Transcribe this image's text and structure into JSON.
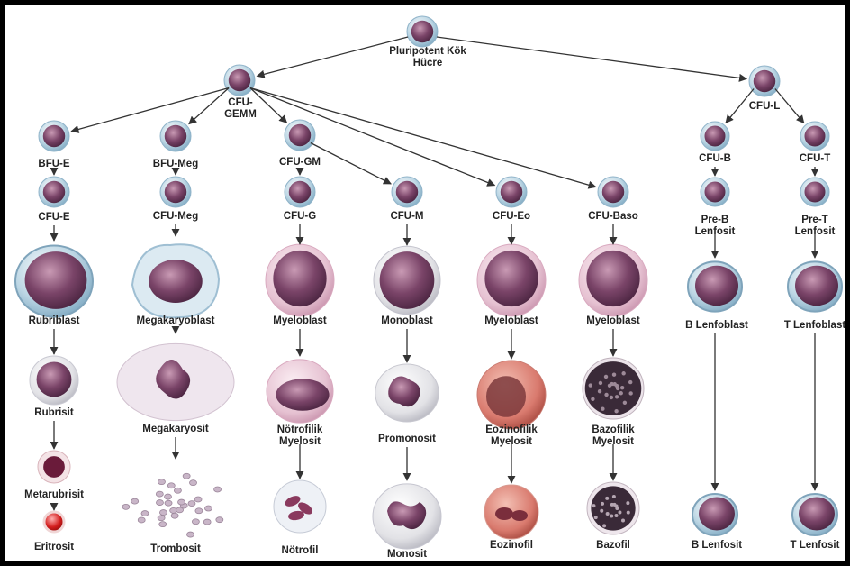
{
  "diagram": {
    "nodes": {
      "pluripotent": "Pluripotent Kök Hücre",
      "cfu_gemm": "CFU-\nGEMM",
      "cfu_l": "CFU-L",
      "bfu_e": "BFU-E",
      "bfu_meg": "BFU-Meg",
      "cfu_gm": "CFU-GM",
      "cfu_b": "CFU-B",
      "cfu_t": "CFU-T",
      "cfu_e": "CFU-E",
      "cfu_meg": "CFU-Meg",
      "cfu_g": "CFU-G",
      "cfu_m": "CFU-M",
      "cfu_eo": "CFU-Eo",
      "cfu_baso": "CFU-Baso",
      "pre_b": "Pre-B\nLenfosit",
      "pre_t": "Pre-T\nLenfosit",
      "rubriblast": "Rubriblast",
      "megakaryoblast": "Megakaryoblast",
      "myeloblast_g": "Myeloblast",
      "monoblast": "Monoblast",
      "myeloblast_eo": "Myeloblast",
      "myeloblast_baso": "Myeloblast",
      "b_lenfoblast": "B Lenfoblast",
      "t_lenfoblast": "T Lenfoblast",
      "rubrisit": "Rubrisit",
      "megakaryosit": "Megakaryosit",
      "notrofilik_myelosit": "Nötrofilik\nMyelosit",
      "promonosit": "Promonosit",
      "eozinofilik_myelosit": "Eozinofilik\nMyelosit",
      "bazofilik_myelosit": "Bazofilik\nMyelosit",
      "metarubrisit": "Metarubrisit",
      "eritrosit": "Eritrosit",
      "trombosit": "Trombosit",
      "notrofil": "Nötrofil",
      "monosit": "Monosit",
      "eozinofil": "Eozinofil",
      "bazofil": "Bazofil",
      "b_lenfosit": "B Lenfosit",
      "t_lenfosit": "T Lenfosit"
    },
    "edges": [
      [
        "pluripotent",
        "cfu_gemm"
      ],
      [
        "pluripotent",
        "cfu_l"
      ],
      [
        "cfu_gemm",
        "bfu_e"
      ],
      [
        "cfu_gemm",
        "bfu_meg"
      ],
      [
        "cfu_gemm",
        "cfu_gm"
      ],
      [
        "cfu_gemm",
        "cfu_eo"
      ],
      [
        "cfu_gemm",
        "cfu_baso"
      ],
      [
        "cfu_gm",
        "cfu_g"
      ],
      [
        "cfu_gm",
        "cfu_m"
      ],
      [
        "cfu_l",
        "cfu_b"
      ],
      [
        "cfu_l",
        "cfu_t"
      ],
      [
        "bfu_e",
        "cfu_e"
      ],
      [
        "bfu_meg",
        "cfu_meg"
      ],
      [
        "cfu_b",
        "pre_b"
      ],
      [
        "cfu_t",
        "pre_t"
      ],
      [
        "cfu_e",
        "rubriblast"
      ],
      [
        "cfu_meg",
        "megakaryoblast"
      ],
      [
        "cfu_g",
        "myeloblast_g"
      ],
      [
        "cfu_m",
        "monoblast"
      ],
      [
        "cfu_eo",
        "myeloblast_eo"
      ],
      [
        "cfu_baso",
        "myeloblast_baso"
      ],
      [
        "pre_b",
        "b_lenfoblast"
      ],
      [
        "pre_t",
        "t_lenfoblast"
      ],
      [
        "rubriblast",
        "rubrisit"
      ],
      [
        "rubrisit",
        "metarubrisit"
      ],
      [
        "metarubrisit",
        "eritrosit"
      ],
      [
        "megakaryoblast",
        "megakaryosit"
      ],
      [
        "megakaryosit",
        "trombosit"
      ],
      [
        "myeloblast_g",
        "notrofilik_myelosit"
      ],
      [
        "notrofilik_myelosit",
        "notrofil"
      ],
      [
        "monoblast",
        "promonosit"
      ],
      [
        "promonosit",
        "monosit"
      ],
      [
        "myeloblast_eo",
        "eozinofilik_myelosit"
      ],
      [
        "eozinofilik_myelosit",
        "eozinofil"
      ],
      [
        "myeloblast_baso",
        "bazofilik_myelosit"
      ],
      [
        "bazofilik_myelosit",
        "bazofil"
      ],
      [
        "b_lenfoblast",
        "b_lenfosit"
      ],
      [
        "t_lenfoblast",
        "t_lenfosit"
      ]
    ],
    "colors": {
      "frame": "#000000",
      "background": "#ffffff",
      "arrow": "#333333",
      "nucleus": "#7a4468",
      "stem_cytoplasm": "#bcd6e4",
      "myeloid_cytoplasm": "#e6c2d2",
      "eosinophil_cytoplasm": "#d97a6e",
      "basophil_granules": "#3a2a38",
      "erythrocyte": "#d21c1c"
    }
  }
}
